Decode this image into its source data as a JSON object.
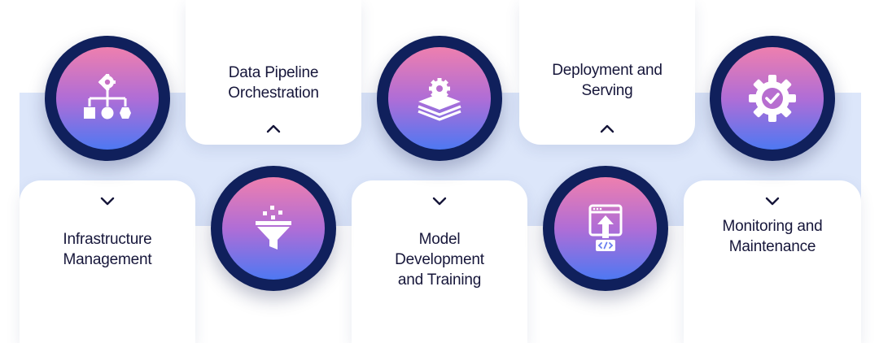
{
  "steps": [
    {
      "label": "Infrastructure\nManagement",
      "icon": "hierarchy-gear-icon"
    },
    {
      "label": "Data Pipeline\nOrchestration",
      "icon": "funnel-icon"
    },
    {
      "label": "Model\nDevelopment\nand Training",
      "icon": "layers-gear-icon"
    },
    {
      "label": "Deployment and\nServing",
      "icon": "upload-code-window-icon"
    },
    {
      "label": "Monitoring and\nMaintenance",
      "icon": "gear-check-icon"
    }
  ],
  "colors": {
    "band": "#dce6fa",
    "ring": "#10205c",
    "gradient_top": "#ee7fae",
    "gradient_bottom": "#4e78f2",
    "text": "#16163a"
  }
}
